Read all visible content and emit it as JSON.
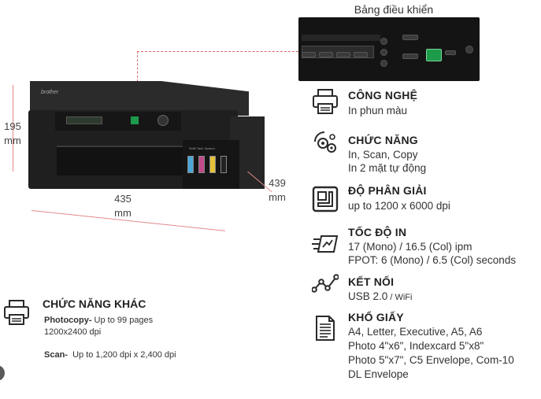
{
  "panel": {
    "caption": "Bảng điều khiển"
  },
  "printer": {
    "brand": "brother",
    "tank_label": "Refill Tank System"
  },
  "dimensions": {
    "height_value": "195",
    "height_unit": "mm",
    "width_value": "435",
    "width_unit": "mm",
    "depth_value": "439",
    "depth_unit": "mm"
  },
  "features": {
    "tech": {
      "title": "CÔNG NGHỆ",
      "line1": "In phun màu"
    },
    "functions": {
      "title": "CHỨC NĂNG",
      "line1": "In, Scan, Copy",
      "line2": "In 2 mặt tự động"
    },
    "resolution": {
      "title": "ĐỘ PHÂN GIẢI",
      "line1": "up to 1200 x 6000 dpi"
    },
    "speed": {
      "title": "TỐC ĐỘ IN",
      "line1": "17 (Mono) / 16.5 (Col) ipm",
      "line2": "FPOT: 6 (Mono) / 6.5 (Col) seconds"
    },
    "connect": {
      "title": "KẾT NỐI",
      "line1": "USB 2.0",
      "line1_suffix": " / WiFi"
    },
    "paper": {
      "title": "KHỔ GIẤY",
      "line1": "A4, Letter, Executive, A5, A6",
      "line2": "Photo 4\"x6\", Indexcard 5\"x8\"",
      "line3": "Photo 5\"x7\", C5 Envelope, Com-10",
      "line4": "DL Envelope"
    }
  },
  "other": {
    "title": "CHỨC NĂNG KHÁC",
    "photocopy_label": "Photocopy-",
    "photocopy_line1": " Up to 99 pages",
    "photocopy_line2": "1200x2400 dpi",
    "scan_label": "Scan-",
    "scan_line1": "  Up to 1,200 dpi x 2,400 dpi"
  },
  "colors": {
    "accent_line": "#e06565",
    "icon": "#2a2a2a",
    "tank_c": "#4aa8d8",
    "tank_m": "#c04a8a",
    "tank_y": "#e3c23a",
    "tank_k": "#222222"
  }
}
